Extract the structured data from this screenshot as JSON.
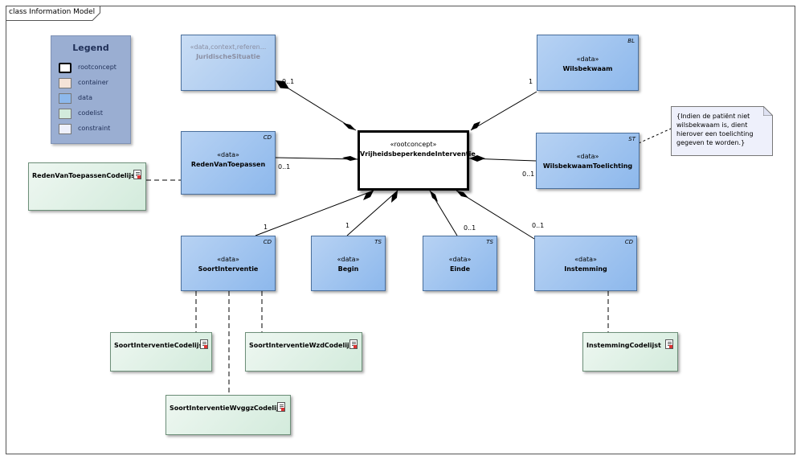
{
  "frame": {
    "title": "class Information Model"
  },
  "legend": {
    "title": "Legend",
    "items": [
      {
        "label": "rootconcept",
        "color": "#ffffff",
        "border": "#000000"
      },
      {
        "label": "container",
        "color": "#f4e3d8",
        "border": "#999999"
      },
      {
        "label": "data",
        "color": "#8db8ec",
        "border": "#777777"
      },
      {
        "label": "codelist",
        "color": "#d3ebdc",
        "border": "#777777"
      },
      {
        "label": "constraint",
        "color": "#eef0fb",
        "border": "#777777"
      }
    ]
  },
  "classes": {
    "root": {
      "stereotype": "«rootconcept»",
      "name": "VrijheidsbeperkendeInterventie"
    },
    "juridische": {
      "stereotype": "«data,context,referen...",
      "name": "JuridischeSituatie",
      "tag": ""
    },
    "wilsbekwaam": {
      "stereotype": "«data»",
      "name": "Wilsbekwaam",
      "tag": "BL"
    },
    "reden": {
      "stereotype": "«data»",
      "name": "RedenVanToepassen",
      "tag": "CD"
    },
    "toelichting": {
      "stereotype": "«data»",
      "name": "WilsbekwaamToelichting",
      "tag": "ST"
    },
    "soort": {
      "stereotype": "«data»",
      "name": "SoortInterventie",
      "tag": "CD"
    },
    "begin": {
      "stereotype": "«data»",
      "name": "Begin",
      "tag": "TS"
    },
    "einde": {
      "stereotype": "«data»",
      "name": "Einde",
      "tag": "TS"
    },
    "instemming": {
      "stereotype": "«data»",
      "name": "Instemming",
      "tag": "CD"
    }
  },
  "codelists": {
    "reden": "RedenVanToepassenCodelijst",
    "soort": "SoortInterventieCodelijst",
    "soortWzd": "SoortInterventieWzdCodelijst",
    "soortWvggz": "SoortInterventieWvggzCodelijst",
    "instemming": "InstemmingCodelijst"
  },
  "multiplicities": {
    "juridische": "0..1",
    "wilsbekwaam": "1",
    "reden": "0..1",
    "toelichting": "0..1",
    "soort": "1",
    "begin": "1",
    "einde": "0..1",
    "instemming": "0..1"
  },
  "note": {
    "text": "{Indien de patiënt niet wilsbekwaam is, dient hierover een toelichting gegeven te worden.}"
  }
}
